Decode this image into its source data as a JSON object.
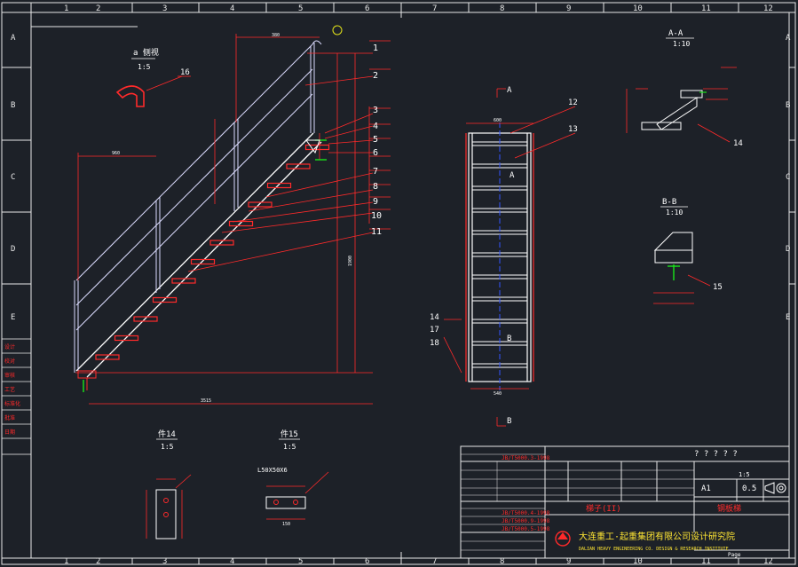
{
  "frame": {
    "col_labels": [
      "1",
      "2",
      "3",
      "4",
      "5",
      "6",
      "7",
      "8",
      "9",
      "10",
      "11",
      "12"
    ],
    "row_labels": [
      "A",
      "B",
      "C",
      "D",
      "E"
    ]
  },
  "views": {
    "detail_a": {
      "title": "a 侧视",
      "scale": "1:5"
    },
    "section_aa": {
      "title": "A-A",
      "scale": "1:10"
    },
    "section_bb": {
      "title": "B-B",
      "scale": "1:10"
    },
    "part14": {
      "title": "件14",
      "scale": "1:5"
    },
    "part15": {
      "title": "件15",
      "scale": "1:5",
      "profile": "L50X50X6"
    },
    "section_marks": [
      "A",
      "A",
      "B",
      "B"
    ]
  },
  "dims": {
    "top_rail": "380",
    "handrail_span": "960",
    "overall_width": "3515",
    "height_total": "1900",
    "plan_width": "600",
    "plan_width_inner": "540",
    "detail_15_w": "150"
  },
  "balloons": [
    "1",
    "2",
    "3",
    "4",
    "5",
    "6",
    "7",
    "8",
    "9",
    "10",
    "11",
    "12",
    "13",
    "14",
    "15",
    "16",
    "14",
    "17",
    "18"
  ],
  "title_block": {
    "company_cn": "大连重工·起重集团有限公司设计研究院",
    "company_en": "DALIAN HEAVY ENGINEERING CO. DESIGN & RESEARCH INSTITUTE",
    "drawing_name": "梯子(II)",
    "material": "钢板梯",
    "std_codes": [
      "JB/T5000.3-1998",
      "JB/T5000.4-1998",
      "JB/T5000.9-1998",
      "JB/T5000.5-1998"
    ],
    "sheet": "A1",
    "weight": "0.5",
    "scale": "1:5",
    "page_label": "Page",
    "question_marks": "? ? ? ? ?",
    "left_labels": [
      "设计",
      "校对",
      "审核",
      "工艺",
      "标准化",
      "批准",
      "日期"
    ]
  }
}
